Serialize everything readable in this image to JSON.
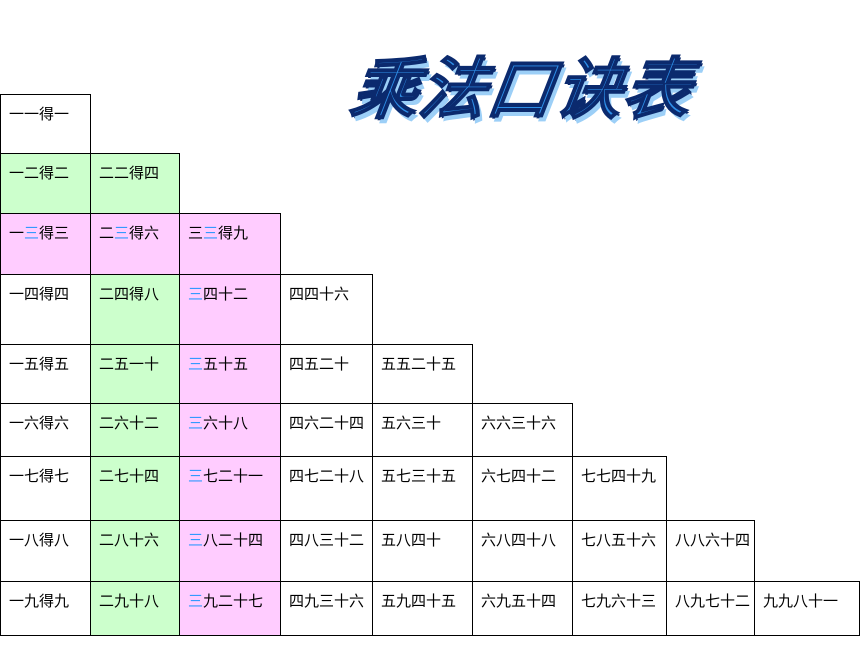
{
  "title": "乘法口诀表",
  "highlight_char": "三",
  "colors": {
    "green": "#ccffcc",
    "pink": "#ffccff",
    "highlight": "#3399ff",
    "title": "#2e8fe8"
  },
  "rows": [
    [
      "一一得一"
    ],
    [
      "一二得二",
      "二二得四"
    ],
    [
      "一三得三",
      "二三得六",
      "三三得九"
    ],
    [
      "一四得四",
      "二四得八",
      "三四十二",
      "四四十六"
    ],
    [
      "一五得五",
      "二五一十",
      "三五十五",
      "四五二十",
      "五五二十五"
    ],
    [
      "一六得六",
      "二六十二",
      "三六十八",
      "四六二十四",
      "五六三十",
      "六六三十六"
    ],
    [
      "一七得七",
      "二七十四",
      "三七二十一",
      "四七二十八",
      "五七三十五",
      "六七四十二",
      "七七四十九"
    ],
    [
      "一八得八",
      "二八十六",
      "三八二十四",
      "四八三十二",
      "五八四十",
      "六八四十八",
      "七八五十六",
      "八八六十四"
    ],
    [
      "一九得九",
      "二九十八",
      "三九二十七",
      "四九三十六",
      "五九四十五",
      "六九五十四",
      "七九六十三",
      "八九七十二",
      "九九八十一"
    ]
  ]
}
